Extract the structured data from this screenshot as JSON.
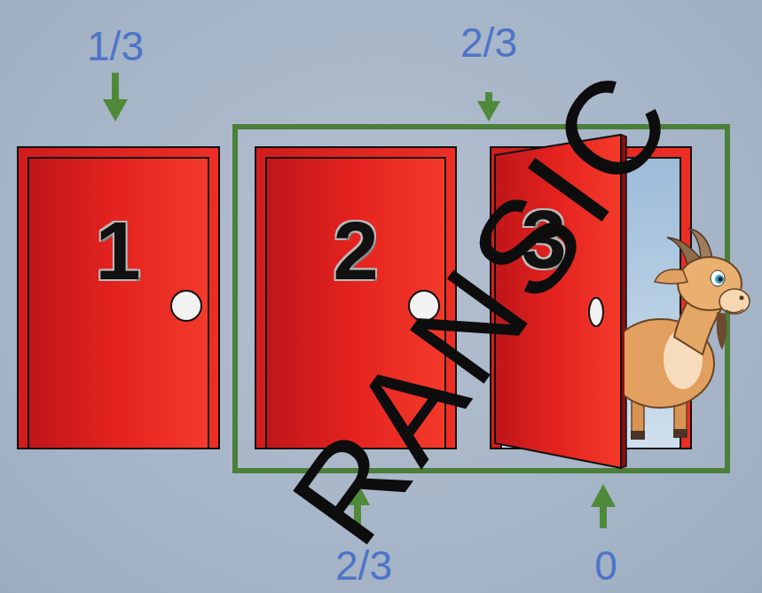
{
  "diagram": {
    "nodes": [
      {
        "text": [
          "1"
        ]
      },
      {
        "text": [
          "2"
        ]
      },
      {
        "text": [
          "3"
        ]
      }
    ],
    "labels": [
      "1/3",
      "2/3",
      "2/3",
      "0",
      "RANSIC"
    ]
  }
}
